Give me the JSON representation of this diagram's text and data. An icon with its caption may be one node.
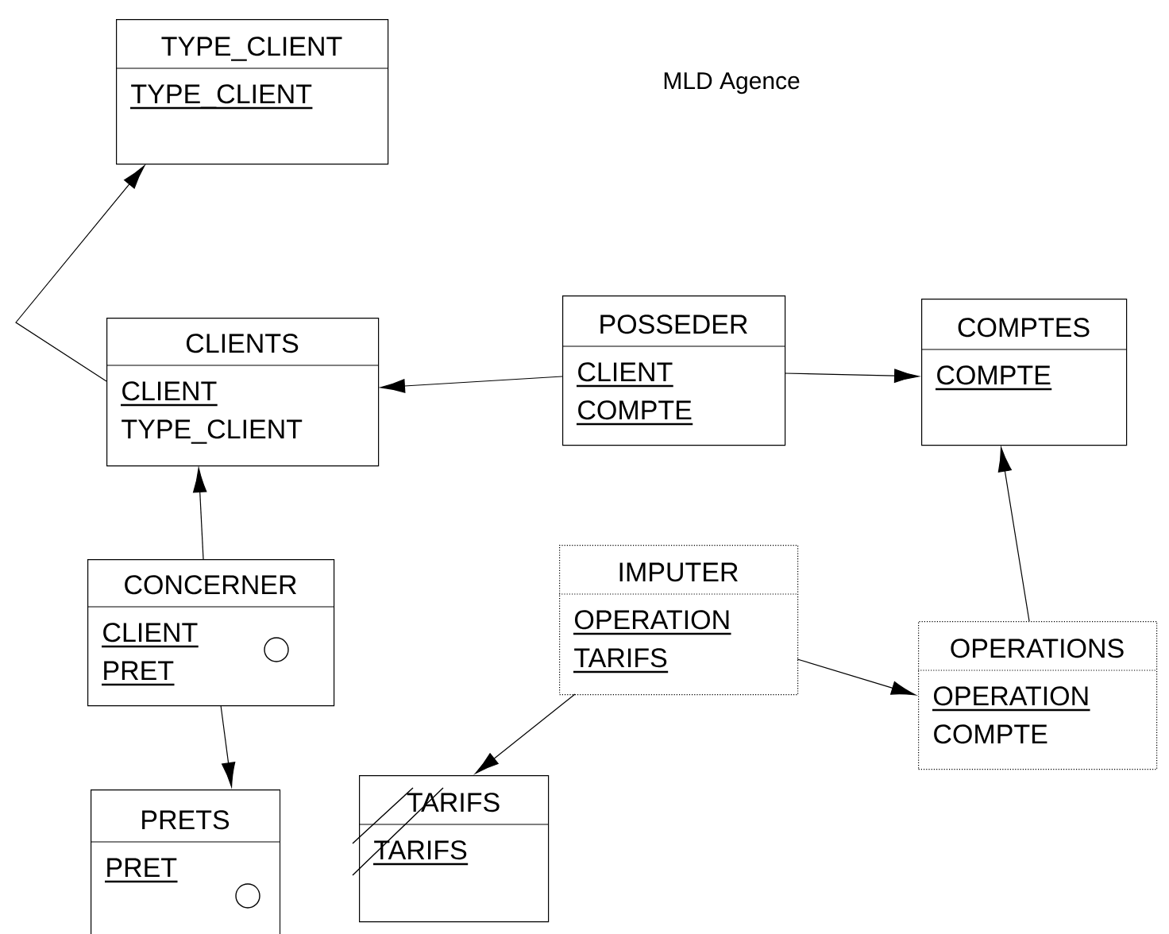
{
  "diagram": {
    "nodes": [
      {
        "text": [
          "TYPE_CLIENT",
          "TYPE_CLIENT"
        ]
      },
      {
        "text": [
          "CLIENTS",
          "CLIENT",
          "TYPE_CLIENT"
        ]
      },
      {
        "text": [
          "POSSEDER",
          "CLIENT",
          "COMPTE"
        ]
      },
      {
        "text": [
          "COMPTES",
          "COMPTE"
        ]
      },
      {
        "text": [
          "CONCERNER",
          "CLIENT",
          "PRET"
        ]
      },
      {
        "text": [
          "IMPUTER",
          "OPERATION",
          "TARIFS"
        ]
      },
      {
        "text": [
          "OPERATIONS",
          "OPERATION",
          "COMPTE"
        ]
      },
      {
        "text": [
          "PRETS",
          "PRET"
        ]
      },
      {
        "text": [
          "TARIFS",
          "TARIFS"
        ]
      }
    ],
    "edges": [
      {
        "from": 1,
        "to": 0,
        "arrow": "to"
      },
      {
        "from": 2,
        "to": 1,
        "arrow": "to"
      },
      {
        "from": 2,
        "to": 3,
        "arrow": "to"
      },
      {
        "from": 6,
        "to": 3,
        "arrow": "to"
      },
      {
        "from": 4,
        "to": 1,
        "arrow": "to"
      },
      {
        "from": 4,
        "to": 7,
        "arrow": "to"
      },
      {
        "from": 5,
        "to": 8,
        "arrow": "to"
      },
      {
        "from": 5,
        "to": 6,
        "arrow": "to"
      }
    ],
    "title": "MLD Agence"
  }
}
